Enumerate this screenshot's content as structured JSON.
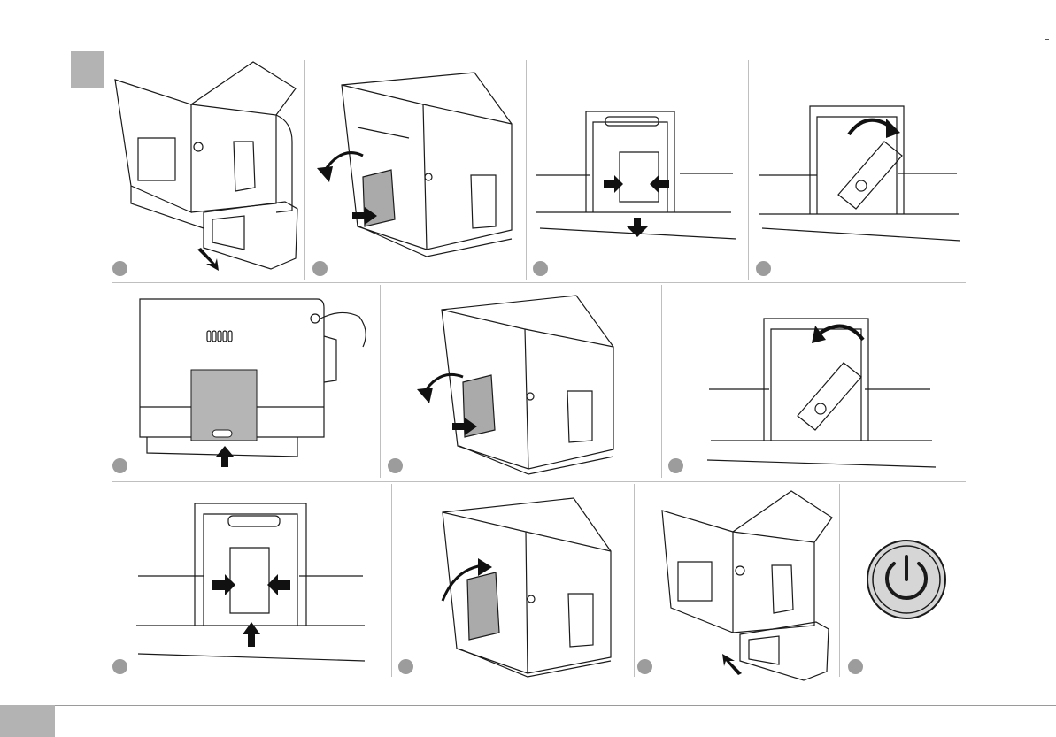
{
  "page": {
    "section_marker_color": "#b3b3b3",
    "badge_color": "#9c9c9c",
    "divider_color": "#bfbfbf"
  },
  "steps": [
    {
      "id": 1,
      "icon": "machine-drip-tray-removal-icon"
    },
    {
      "id": 2,
      "icon": "machine-side-door-open-icon"
    },
    {
      "id": 3,
      "icon": "brew-unit-release-icon"
    },
    {
      "id": 4,
      "icon": "brew-unit-rotate-icon"
    },
    {
      "id": 5,
      "icon": "machine-button-press-icon"
    },
    {
      "id": 6,
      "icon": "machine-side-door-open-icon"
    },
    {
      "id": 7,
      "icon": "brew-unit-rotate-back-icon"
    },
    {
      "id": 8,
      "icon": "brew-unit-insert-icon"
    },
    {
      "id": 9,
      "icon": "machine-side-door-close-icon"
    },
    {
      "id": 10,
      "icon": "machine-drip-tray-insert-icon"
    },
    {
      "id": 11,
      "icon": "power-button-icon"
    }
  ]
}
